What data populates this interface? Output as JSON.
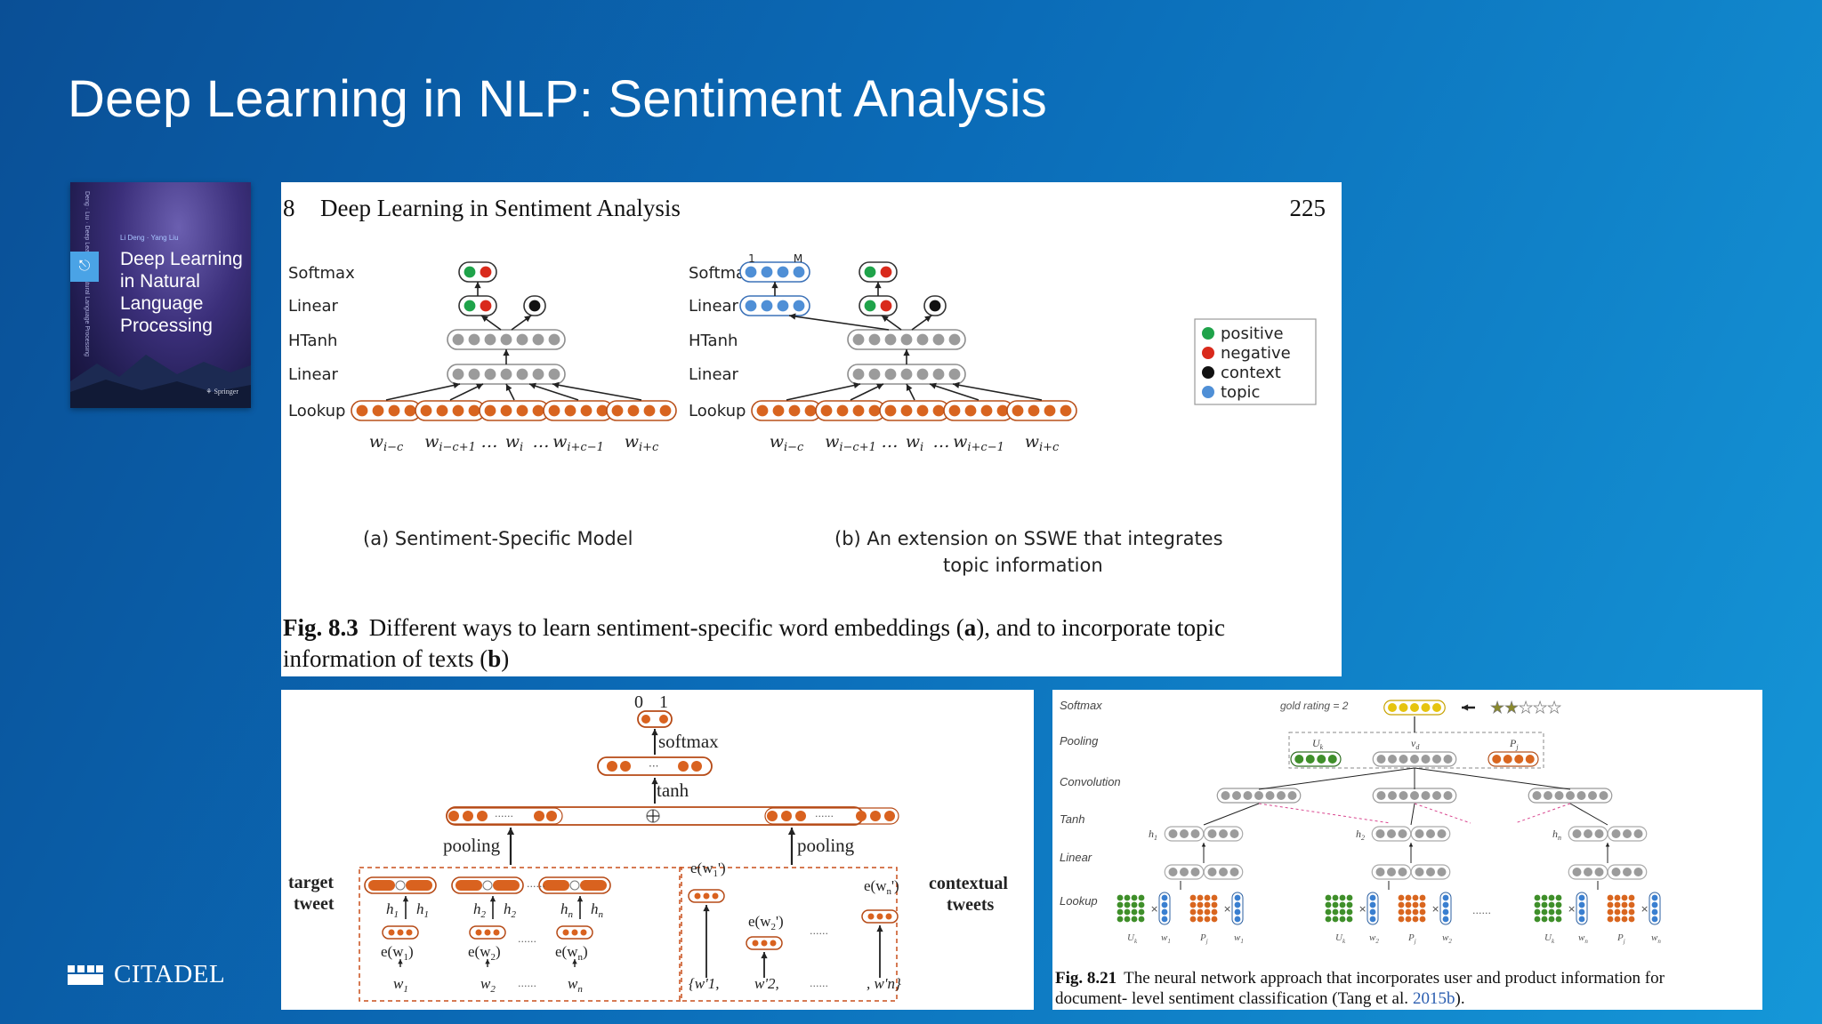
{
  "slide": {
    "title": "Deep Learning in NLP: Sentiment Analysis"
  },
  "brand": {
    "name": "CITADEL"
  },
  "book": {
    "authors": "Li Deng · Yang Liu",
    "title_lines": [
      "Deep Learning",
      "in Natural",
      "Language",
      "Processing"
    ],
    "publisher": "Springer"
  },
  "fig83": {
    "chapter": "8",
    "chapter_title": "Deep Learning in Sentiment Analysis",
    "page_number": "225",
    "layer_labels": [
      "Softmax",
      "Linear",
      "HTanh",
      "Linear",
      "Lookup"
    ],
    "words": [
      "w_{i−c}",
      "w_{i−c+1}",
      "...",
      "w_i",
      "...",
      "w_{i+c−1}",
      "w_{i+c}"
    ],
    "word_main": [
      "w",
      "w",
      "…",
      "w",
      "…",
      "w",
      "w"
    ],
    "word_sub": [
      "i−c",
      "i−c+1",
      "",
      "i",
      "",
      "i+c−1",
      "i+c"
    ],
    "topic_index_labels": [
      "1",
      "M"
    ],
    "caption_a": "(a) Sentiment-Specific Model",
    "caption_b_line1": "(b) An extension on SSWE that integrates",
    "caption_b_line2": "topic information",
    "legend": [
      {
        "label": "positive",
        "color": "#1fa34a"
      },
      {
        "label": "negative",
        "color": "#d92a1c"
      },
      {
        "label": "context",
        "color": "#111111"
      },
      {
        "label": "topic",
        "color": "#4f8fd6"
      }
    ],
    "fig_label": "Fig. 8.3",
    "fig_text_line1": "Different ways to learn sentiment-specific word embeddings (",
    "fig_text_bold1": "a",
    "fig_text_line1_end": "), and to incorporate topic",
    "fig_text_line2": "information of texts (",
    "fig_text_bold2": "b",
    "fig_text_line2_end": ")"
  },
  "tdlstm": {
    "output_labels": [
      "0",
      "1"
    ],
    "softmax": "softmax",
    "tanh": "tanh",
    "pooling_left": "pooling",
    "pooling_right": "pooling",
    "target_tweet": [
      "target",
      "tweet"
    ],
    "contextual_tweets": [
      "contextual",
      "tweets"
    ],
    "hidden_labels": [
      "h",
      "h",
      "h",
      "h",
      "h",
      "h"
    ],
    "hidden_subs": [
      "1",
      "1",
      "2",
      "2",
      "n",
      "n"
    ],
    "embed_labels": [
      "e(w",
      "e(w",
      "e(w"
    ],
    "embed_subs": [
      "1",
      "2",
      "n"
    ],
    "word_labels": [
      "w",
      "w",
      "w"
    ],
    "word_subs": [
      "1",
      "2",
      "n"
    ],
    "ctx_embed_subs": [
      "1",
      "2",
      "n"
    ],
    "ellipsis": "......"
  },
  "fig821": {
    "layers": [
      "Softmax",
      "Pooling",
      "Convolution",
      "Tanh",
      "Linear",
      "Lookup"
    ],
    "rating_label": "gold rating = 2",
    "stars_total": 5,
    "stars_filled": 2,
    "pool_labels": [
      "U",
      "v",
      "P"
    ],
    "pool_subs": [
      "k",
      "d",
      "j"
    ],
    "h_subs": [
      "1",
      "2",
      "n"
    ],
    "lookup_labels": [
      "U",
      "w",
      "P",
      "w"
    ],
    "lookup_subs": [
      "k",
      "1",
      "j",
      "1",
      "k",
      "2",
      "j",
      "2",
      "k",
      "n",
      "j",
      "n"
    ],
    "ellipsis": "......",
    "fig_label": "Fig. 8.21",
    "fig_text_line1": "The neural network approach that incorporates user and product information for",
    "fig_text_line2": "document- level sentiment classification (Tang et al.",
    "fig_cite": "2015b",
    "fig_text_end": ")."
  }
}
